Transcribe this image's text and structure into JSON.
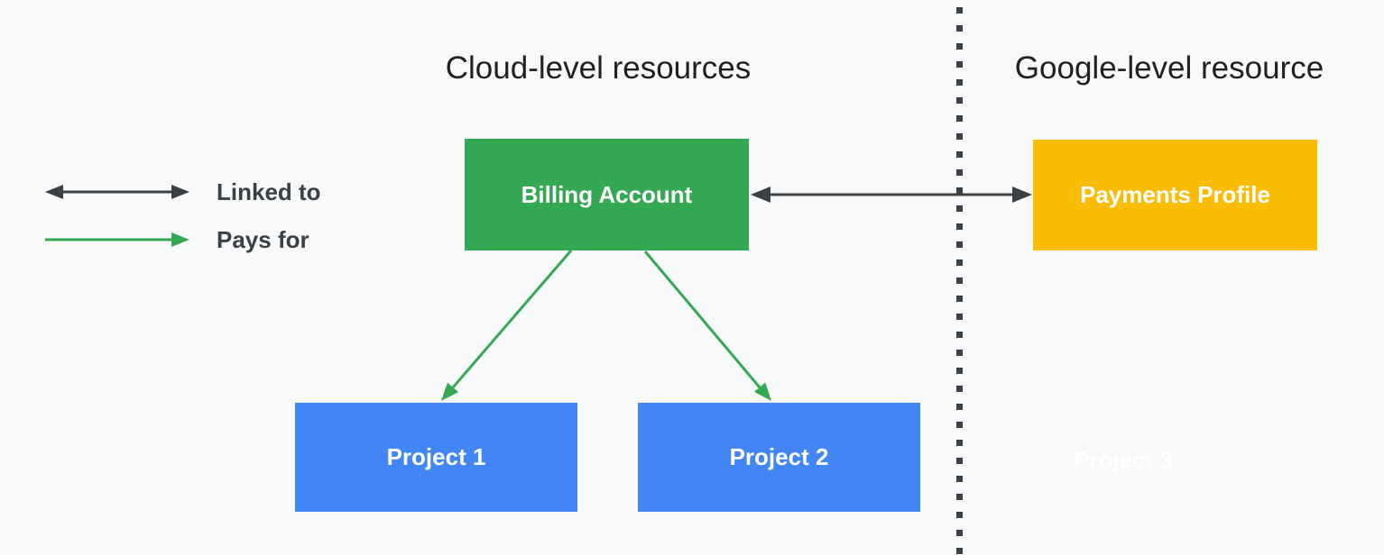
{
  "headings": {
    "cloud": "Cloud-level resources",
    "google": "Google-level resource"
  },
  "legend": {
    "linked_to": "Linked to",
    "pays_for": "Pays for"
  },
  "nodes": {
    "billing_account": {
      "label": "Billing Account",
      "color": "#34A853"
    },
    "payments_profile": {
      "label": "Payments Profile",
      "color": "#FBBC04"
    },
    "project_1": {
      "label": "Project 1",
      "color": "#4285F4"
    },
    "project_2": {
      "label": "Project 2",
      "color": "#4285F4"
    },
    "project_3": {
      "label": "Project 3",
      "color": "#FFFFFF"
    }
  },
  "edges": [
    {
      "from": "billing_account",
      "to": "payments_profile",
      "type": "linked_to",
      "arrow": "double",
      "color": "#3C4043"
    },
    {
      "from": "billing_account",
      "to": "project_1",
      "type": "pays_for",
      "arrow": "single",
      "color": "#34A853"
    },
    {
      "from": "billing_account",
      "to": "project_2",
      "type": "pays_for",
      "arrow": "single",
      "color": "#34A853"
    }
  ],
  "colors": {
    "background": "#F8F9FA",
    "heading_text": "#212121",
    "legend_text": "#3C4043",
    "arrow_dark": "#3C4043",
    "arrow_green": "#34A853",
    "box_text": "#FFFFFF",
    "divider": "#3C4043"
  }
}
